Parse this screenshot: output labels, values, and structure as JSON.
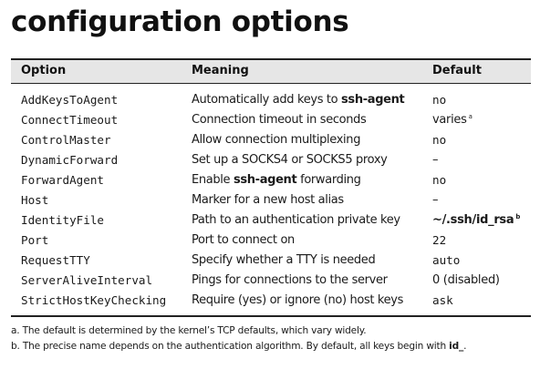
{
  "title": "configuration options",
  "table": {
    "headers": {
      "option": "Option",
      "meaning": "Meaning",
      "default": "Default"
    },
    "rows": [
      {
        "option": "AddKeysToAgent",
        "meaning_pre": "Automatically add keys to ",
        "meaning_bold": "ssh-agent",
        "meaning_post": "",
        "default": "no",
        "default_style": "mono",
        "footnote": ""
      },
      {
        "option": "ConnectTimeout",
        "meaning_pre": "Connection timeout in seconds",
        "meaning_bold": "",
        "meaning_post": "",
        "default": "varies",
        "default_style": "sans",
        "footnote": "a"
      },
      {
        "option": "ControlMaster",
        "meaning_pre": "Allow connection multiplexing",
        "meaning_bold": "",
        "meaning_post": "",
        "default": "no",
        "default_style": "mono",
        "footnote": ""
      },
      {
        "option": "DynamicForward",
        "meaning_pre": "Set up a SOCKS4 or SOCKS5 proxy",
        "meaning_bold": "",
        "meaning_post": "",
        "default": "–",
        "default_style": "sans",
        "footnote": ""
      },
      {
        "option": "ForwardAgent",
        "meaning_pre": "Enable ",
        "meaning_bold": "ssh-agent",
        "meaning_post": " forwarding",
        "default": "no",
        "default_style": "mono",
        "footnote": ""
      },
      {
        "option": "Host",
        "meaning_pre": "Marker for a new host alias",
        "meaning_bold": "",
        "meaning_post": "",
        "default": "–",
        "default_style": "sans",
        "footnote": ""
      },
      {
        "option": "IdentityFile",
        "meaning_pre": "Path to an authentication private key",
        "meaning_bold": "",
        "meaning_post": "",
        "default": "~/.ssh/id_rsa",
        "default_style": "sans bold",
        "footnote": "b"
      },
      {
        "option": "Port",
        "meaning_pre": "Port to connect on",
        "meaning_bold": "",
        "meaning_post": "",
        "default": "22",
        "default_style": "mono",
        "footnote": ""
      },
      {
        "option": "RequestTTY",
        "meaning_pre": "Specify whether a TTY is needed",
        "meaning_bold": "",
        "meaning_post": "",
        "default": "auto",
        "default_style": "mono",
        "footnote": ""
      },
      {
        "option": "ServerAliveInterval",
        "meaning_pre": "Pings for connections to the server",
        "meaning_bold": "",
        "meaning_post": "",
        "default": "0 (disabled)",
        "default_style": "sans",
        "footnote": ""
      },
      {
        "option": "StrictHostKeyChecking",
        "meaning_pre": "Require (yes) or ignore (no) host keys",
        "meaning_bold": "",
        "meaning_post": "",
        "default": "ask",
        "default_style": "mono",
        "footnote": ""
      }
    ]
  },
  "footnotes": {
    "a": "a. The default is determined by the kernel’s TCP defaults, which vary widely.",
    "b_pre": "b. The precise name depends on the authentication algorithm. By default, all keys begin with ",
    "b_bold": "id_",
    "b_post": "."
  }
}
